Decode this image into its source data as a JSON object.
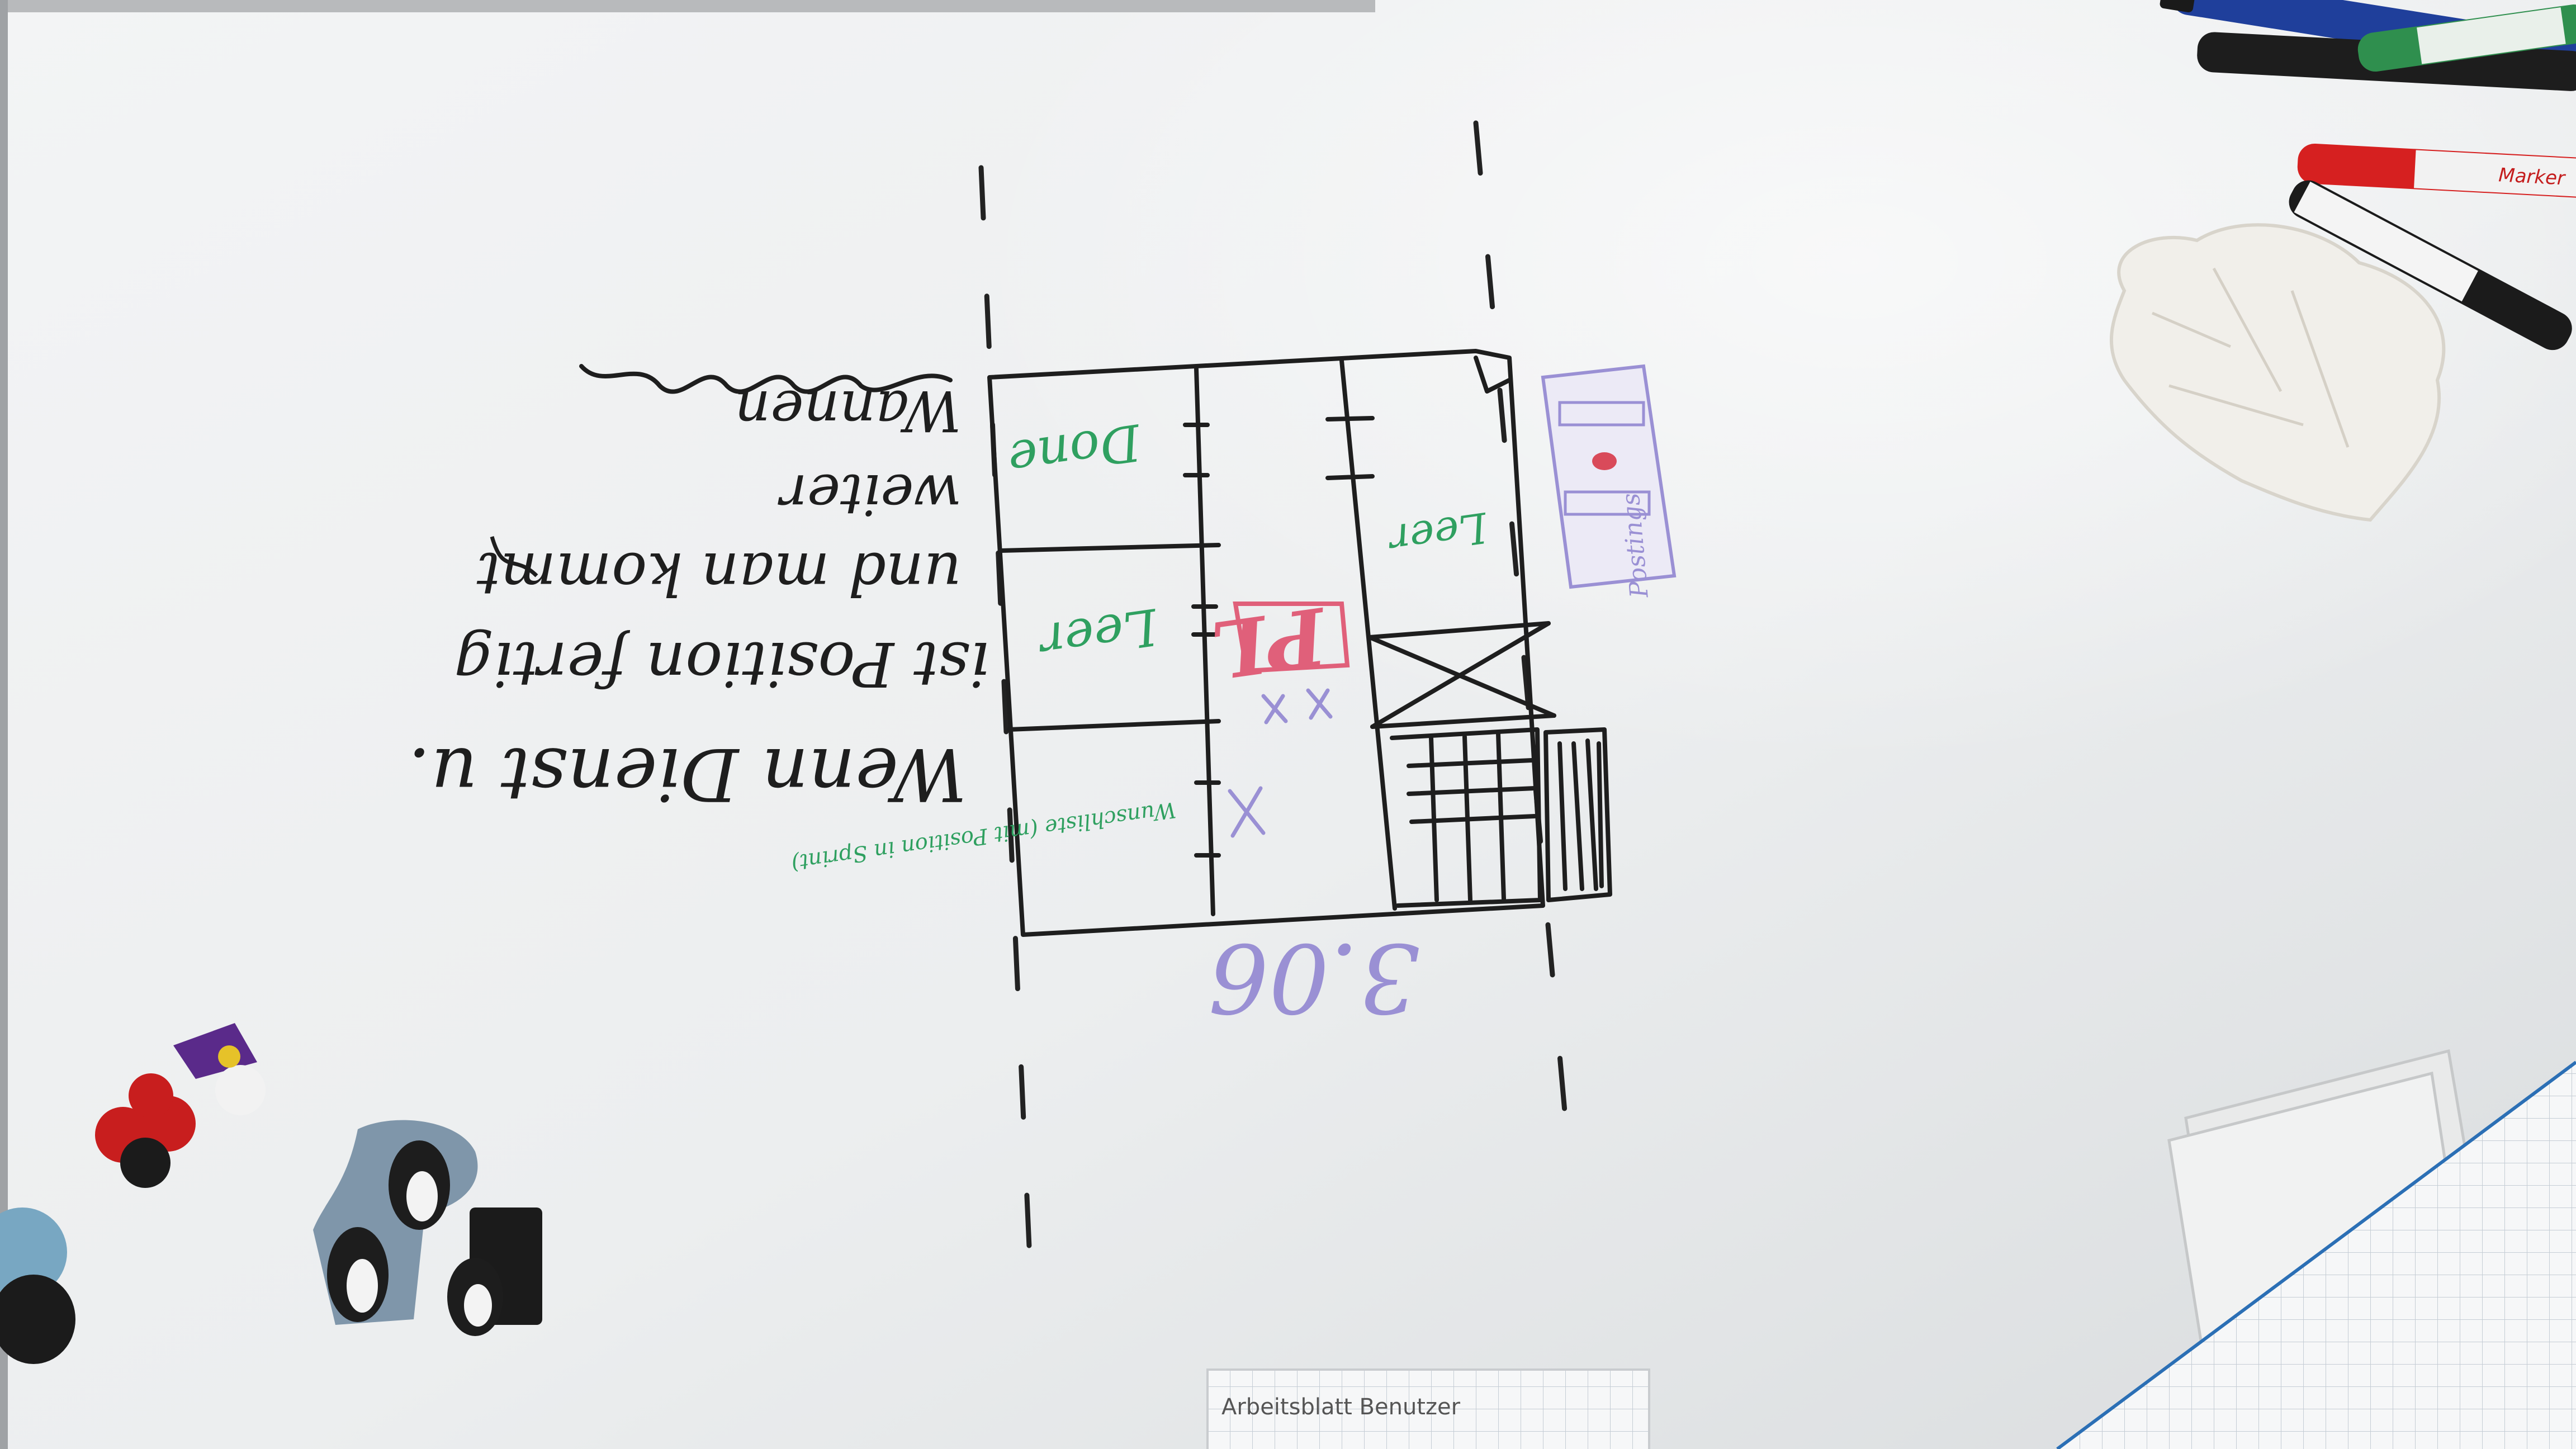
{
  "board": {
    "date": "3.06",
    "handwritten_note": {
      "line1": "Wenn Dienst u.",
      "line2": "ist Position fertig",
      "line3": "und man kommt",
      "line4": "weiter",
      "line5": "Wannen"
    },
    "columns": {
      "col1_top": "Wunschliste (mit Position in Sprint)",
      "col1_mid": "Leer",
      "col1_bottom": "Done",
      "col3_mid": "Leer"
    },
    "red_label": "PL",
    "card_label": "Postings"
  },
  "paper": {
    "heading": "Arbeitsblatt   Benutzer"
  },
  "colors": {
    "board": "#eef0f1",
    "marker_black": "#1e1e1e",
    "marker_green": "#2fa060",
    "marker_red": "#e0607a",
    "marker_purple": "#9a90d4"
  }
}
